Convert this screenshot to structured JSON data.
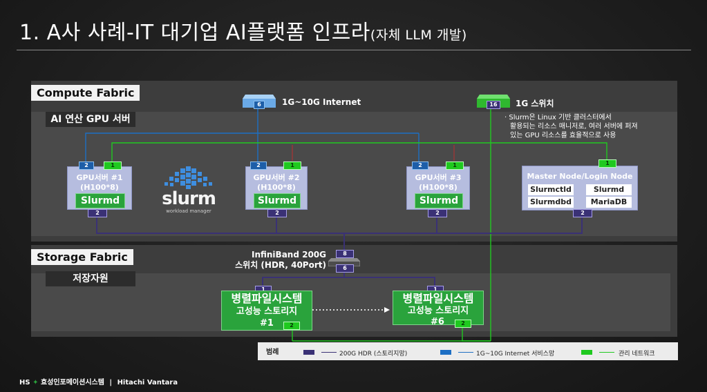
{
  "page": {
    "title_main": "1. A사 사례-IT 대기업 AI플랫폼 인프라",
    "title_sub": "(자체 LLM 개발)"
  },
  "compute": {
    "label": "Compute Fabric",
    "sub_label": "AI 연산 GPU 서버",
    "internet_switch": {
      "label": "1G~10G Internet",
      "port": "6"
    },
    "mgmt_switch": {
      "label": "1G 스위치",
      "port": "16"
    },
    "note": {
      "bullet": "·",
      "line1": "Slurm은 Linux 기반 클러스터에서",
      "line2": "활용되는 리소스 매니저로, 여러 서버에 퍼져",
      "line3": "있는 GPU 리소스를 효율적으로 사용"
    },
    "gpu_servers": [
      {
        "name": "GPU서버 #1",
        "spec": "(H100*8)",
        "agent": "Slurmd",
        "net_port": "2",
        "mgmt_port": "1",
        "ib_port": "2"
      },
      {
        "name": "GPU서버 #2",
        "spec": "(H100*8)",
        "agent": "Slurmd",
        "net_port": "2",
        "mgmt_port": "1",
        "ib_port": "2"
      },
      {
        "name": "GPU서버 #3",
        "spec": "(H100*8)",
        "agent": "Slurmd",
        "net_port": "2",
        "mgmt_port": "1",
        "ib_port": "2"
      }
    ],
    "master_node": {
      "name": "Master Node/Login Node",
      "services": [
        "Slurmctld",
        "Slurmd",
        "Slurmdbd",
        "MariaDB"
      ],
      "mgmt_port": "1",
      "ib_port": "2"
    },
    "slurm_logo": {
      "word": "slurm",
      "tagline": "workload manager"
    }
  },
  "infiniband": {
    "label_line1": "InfiniBand 200G",
    "label_line2": "스위치 (HDR, 40Port)",
    "top_port": "8",
    "bottom_port": "6"
  },
  "storage": {
    "label": "Storage Fabric",
    "sub_label": "저장자원",
    "systems": [
      {
        "title": "병렬파일시스템",
        "subtitle": "고성능 스토리지",
        "id": "#1",
        "ib_port": "1",
        "mgmt_port": "2"
      },
      {
        "title": "병렬파일시스템",
        "subtitle": "고성능 스토리지",
        "id": "#6",
        "ib_port": "1",
        "mgmt_port": "2"
      }
    ]
  },
  "legend": {
    "title": "범례",
    "items": [
      {
        "label": "200G HDR (스토리지망)",
        "color": "#3a3175"
      },
      {
        "label": "1G~10G Internet 서비스망",
        "color": "#1d6fc4"
      },
      {
        "label": "관리 네트워크",
        "color": "#1fc91f"
      }
    ]
  },
  "footer": {
    "brand_prefix": "HS",
    "brand_korean": "효성인포메이션시스템",
    "separator": "|",
    "brand_partner": "Hitachi Vantara"
  },
  "colors": {
    "ib_line": "#3a3175",
    "net_line": "#1d6fc4",
    "mgmt_line": "#1fc91f",
    "gpu_box": "#b6bddf",
    "slurmd_green": "#2aa33c"
  }
}
